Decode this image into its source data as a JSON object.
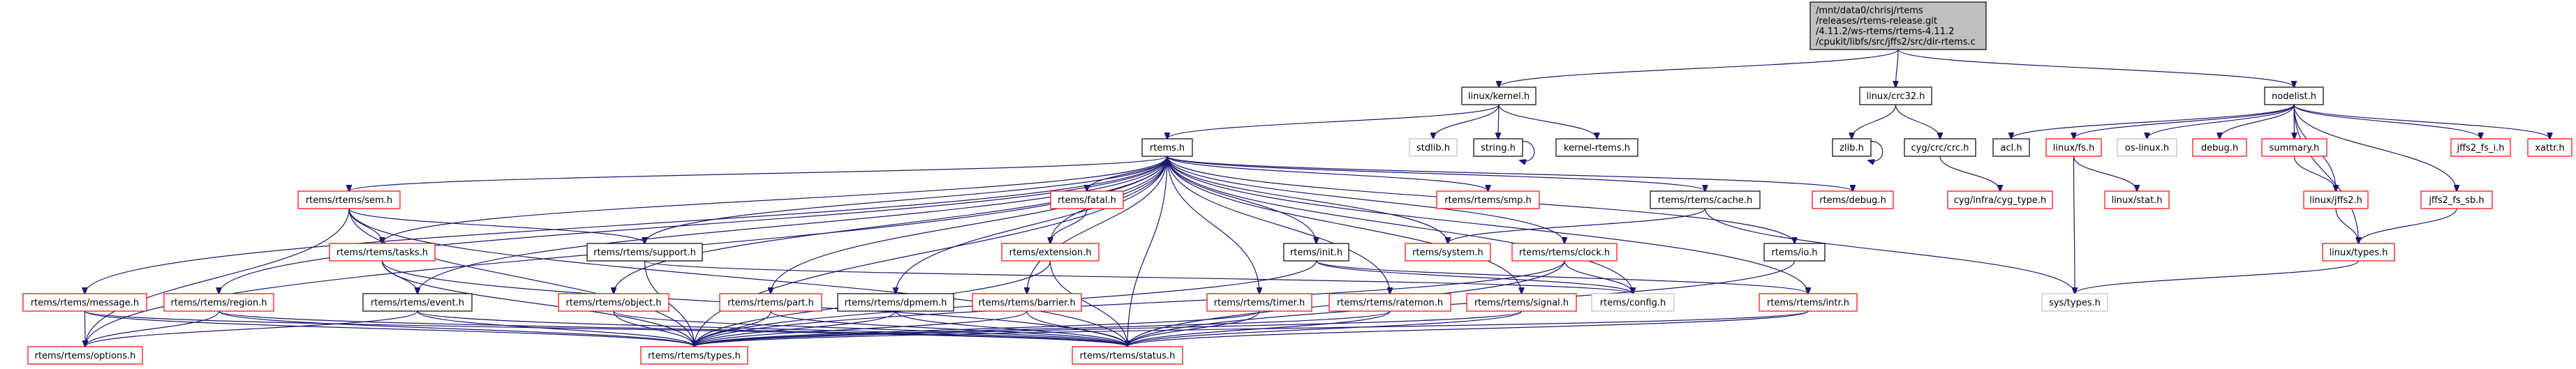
{
  "title": "Include dependency graph for dir-rtems.c",
  "colors": {
    "edge": "#191970",
    "root_fill": "#bfbfbf",
    "normal_border": "#000000",
    "missing_border": "#ff0000",
    "system_border": "#bfbfbf"
  },
  "nodes": [
    {
      "id": "root",
      "kind": "root",
      "lines": [
        "/mnt/data0/chrisj/rtems",
        "/releases/rtems-release.git",
        "/4.11.2/ws-rtems/rtems-4.11.2",
        "/cpukit/libfs/src/jffs2/src/dir-rtems.c"
      ]
    },
    {
      "id": "linux_kernel",
      "kind": "normal",
      "lines": [
        "linux/kernel.h"
      ]
    },
    {
      "id": "linux_crc32",
      "kind": "normal",
      "lines": [
        "linux/crc32.h"
      ]
    },
    {
      "id": "nodelist",
      "kind": "normal",
      "lines": [
        "nodelist.h"
      ]
    },
    {
      "id": "rtems_h",
      "kind": "normal",
      "lines": [
        "rtems.h"
      ]
    },
    {
      "id": "stdlib",
      "kind": "system",
      "lines": [
        "stdlib.h"
      ]
    },
    {
      "id": "string",
      "kind": "normal",
      "lines": [
        "string.h"
      ]
    },
    {
      "id": "kernel_rtems",
      "kind": "normal",
      "lines": [
        "kernel-rtems.h"
      ]
    },
    {
      "id": "zlib",
      "kind": "normal",
      "lines": [
        "zlib.h"
      ]
    },
    {
      "id": "crc",
      "kind": "normal",
      "lines": [
        "cyg/crc/crc.h"
      ]
    },
    {
      "id": "acl",
      "kind": "normal",
      "lines": [
        "acl.h"
      ]
    },
    {
      "id": "linux_fs",
      "kind": "missing",
      "lines": [
        "linux/fs.h"
      ]
    },
    {
      "id": "os_linux",
      "kind": "system",
      "lines": [
        "os-linux.h"
      ]
    },
    {
      "id": "debug",
      "kind": "missing",
      "lines": [
        "debug.h"
      ]
    },
    {
      "id": "summary",
      "kind": "missing",
      "lines": [
        "summary.h"
      ]
    },
    {
      "id": "jffs2_fs_i",
      "kind": "missing",
      "lines": [
        "jffs2_fs_i.h"
      ]
    },
    {
      "id": "xattr",
      "kind": "missing",
      "lines": [
        "xattr.h"
      ]
    },
    {
      "id": "sem",
      "kind": "missing",
      "lines": [
        "rtems/rtems/sem.h"
      ]
    },
    {
      "id": "fatal",
      "kind": "missing",
      "lines": [
        "rtems/fatal.h"
      ]
    },
    {
      "id": "smp",
      "kind": "missing",
      "lines": [
        "rtems/rtems/smp.h"
      ]
    },
    {
      "id": "cache",
      "kind": "normal",
      "lines": [
        "rtems/rtems/cache.h"
      ]
    },
    {
      "id": "rdebug",
      "kind": "missing",
      "lines": [
        "rtems/debug.h"
      ]
    },
    {
      "id": "cyg_type",
      "kind": "missing",
      "lines": [
        "cyg/infra/cyg_type.h"
      ]
    },
    {
      "id": "linux_stat",
      "kind": "missing",
      "lines": [
        "linux/stat.h"
      ]
    },
    {
      "id": "linux_jffs2",
      "kind": "missing",
      "lines": [
        "linux/jffs2.h"
      ]
    },
    {
      "id": "jffs2_fs_sb",
      "kind": "missing",
      "lines": [
        "jffs2_fs_sb.h"
      ]
    },
    {
      "id": "tasks",
      "kind": "missing",
      "lines": [
        "rtems/rtems/tasks.h"
      ]
    },
    {
      "id": "support",
      "kind": "normal",
      "lines": [
        "rtems/rtems/support.h"
      ]
    },
    {
      "id": "extension",
      "kind": "missing",
      "lines": [
        "rtems/extension.h"
      ]
    },
    {
      "id": "init",
      "kind": "normal",
      "lines": [
        "rtems/init.h"
      ]
    },
    {
      "id": "system",
      "kind": "missing",
      "lines": [
        "rtems/system.h"
      ]
    },
    {
      "id": "clock",
      "kind": "missing",
      "lines": [
        "rtems/rtems/clock.h"
      ]
    },
    {
      "id": "io",
      "kind": "normal",
      "lines": [
        "rtems/io.h"
      ]
    },
    {
      "id": "linux_types",
      "kind": "missing",
      "lines": [
        "linux/types.h"
      ]
    },
    {
      "id": "message",
      "kind": "missing",
      "lines": [
        "rtems/rtems/message.h"
      ]
    },
    {
      "id": "region",
      "kind": "missing",
      "lines": [
        "rtems/rtems/region.h"
      ]
    },
    {
      "id": "event",
      "kind": "normal",
      "lines": [
        "rtems/rtems/event.h"
      ]
    },
    {
      "id": "object",
      "kind": "missing",
      "lines": [
        "rtems/rtems/object.h"
      ]
    },
    {
      "id": "part",
      "kind": "missing",
      "lines": [
        "rtems/rtems/part.h"
      ]
    },
    {
      "id": "dpmem",
      "kind": "normal",
      "lines": [
        "rtems/rtems/dpmem.h"
      ]
    },
    {
      "id": "barrier",
      "kind": "missing",
      "lines": [
        "rtems/rtems/barrier.h"
      ]
    },
    {
      "id": "timer",
      "kind": "missing",
      "lines": [
        "rtems/rtems/timer.h"
      ]
    },
    {
      "id": "ratemon",
      "kind": "missing",
      "lines": [
        "rtems/rtems/ratemon.h"
      ]
    },
    {
      "id": "signal",
      "kind": "missing",
      "lines": [
        "rtems/rtems/signal.h"
      ]
    },
    {
      "id": "config",
      "kind": "system",
      "lines": [
        "rtems/config.h"
      ]
    },
    {
      "id": "intr",
      "kind": "missing",
      "lines": [
        "rtems/rtems/intr.h"
      ]
    },
    {
      "id": "sys_types",
      "kind": "system",
      "lines": [
        "sys/types.h"
      ]
    },
    {
      "id": "options",
      "kind": "missing",
      "lines": [
        "rtems/rtems/options.h"
      ]
    },
    {
      "id": "types",
      "kind": "missing",
      "lines": [
        "rtems/rtems/types.h"
      ]
    },
    {
      "id": "status",
      "kind": "missing",
      "lines": [
        "rtems/rtems/status.h"
      ]
    }
  ],
  "edges": [
    [
      "root",
      "linux_kernel"
    ],
    [
      "root",
      "linux_crc32"
    ],
    [
      "root",
      "nodelist"
    ],
    [
      "linux_kernel",
      "rtems_h"
    ],
    [
      "linux_kernel",
      "stdlib"
    ],
    [
      "linux_kernel",
      "string"
    ],
    [
      "linux_kernel",
      "kernel_rtems"
    ],
    [
      "string",
      "string"
    ],
    [
      "linux_crc32",
      "zlib"
    ],
    [
      "linux_crc32",
      "crc"
    ],
    [
      "zlib",
      "zlib"
    ],
    [
      "crc",
      "cyg_type"
    ],
    [
      "nodelist",
      "acl"
    ],
    [
      "nodelist",
      "linux_fs"
    ],
    [
      "nodelist",
      "os_linux"
    ],
    [
      "nodelist",
      "debug"
    ],
    [
      "nodelist",
      "summary"
    ],
    [
      "nodelist",
      "linux_jffs2"
    ],
    [
      "nodelist",
      "linux_types"
    ],
    [
      "nodelist",
      "jffs2_fs_sb"
    ],
    [
      "nodelist",
      "jffs2_fs_i"
    ],
    [
      "nodelist",
      "xattr"
    ],
    [
      "linux_fs",
      "linux_stat"
    ],
    [
      "linux_fs",
      "sys_types"
    ],
    [
      "summary",
      "linux_jffs2"
    ],
    [
      "linux_jffs2",
      "linux_types"
    ],
    [
      "jffs2_fs_sb",
      "linux_types"
    ],
    [
      "linux_types",
      "sys_types"
    ],
    [
      "rtems_h",
      "sem"
    ],
    [
      "rtems_h",
      "tasks"
    ],
    [
      "rtems_h",
      "support"
    ],
    [
      "rtems_h",
      "fatal"
    ],
    [
      "rtems_h",
      "extension"
    ],
    [
      "rtems_h",
      "smp"
    ],
    [
      "rtems_h",
      "cache"
    ],
    [
      "rtems_h",
      "rdebug"
    ],
    [
      "rtems_h",
      "init"
    ],
    [
      "rtems_h",
      "system"
    ],
    [
      "rtems_h",
      "clock"
    ],
    [
      "rtems_h",
      "io"
    ],
    [
      "rtems_h",
      "message"
    ],
    [
      "rtems_h",
      "region"
    ],
    [
      "rtems_h",
      "event"
    ],
    [
      "rtems_h",
      "object"
    ],
    [
      "rtems_h",
      "part"
    ],
    [
      "rtems_h",
      "dpmem"
    ],
    [
      "rtems_h",
      "barrier"
    ],
    [
      "rtems_h",
      "timer"
    ],
    [
      "rtems_h",
      "ratemon"
    ],
    [
      "rtems_h",
      "signal"
    ],
    [
      "rtems_h",
      "config"
    ],
    [
      "rtems_h",
      "intr"
    ],
    [
      "rtems_h",
      "options"
    ],
    [
      "rtems_h",
      "types"
    ],
    [
      "rtems_h",
      "status"
    ],
    [
      "sem",
      "tasks"
    ],
    [
      "sem",
      "support"
    ],
    [
      "sem",
      "options"
    ],
    [
      "sem",
      "types"
    ],
    [
      "sem",
      "status"
    ],
    [
      "fatal",
      "extension"
    ],
    [
      "cache",
      "system"
    ],
    [
      "cache",
      "sys_types"
    ],
    [
      "tasks",
      "event"
    ],
    [
      "tasks",
      "types"
    ],
    [
      "tasks",
      "status"
    ],
    [
      "support",
      "types"
    ],
    [
      "support",
      "config"
    ],
    [
      "extension",
      "types"
    ],
    [
      "extension",
      "status"
    ],
    [
      "init",
      "types"
    ],
    [
      "init",
      "config"
    ],
    [
      "init",
      "intr"
    ],
    [
      "clock",
      "config"
    ],
    [
      "clock",
      "types"
    ],
    [
      "clock",
      "status"
    ],
    [
      "io",
      "status"
    ],
    [
      "message",
      "options"
    ],
    [
      "message",
      "types"
    ],
    [
      "message",
      "status"
    ],
    [
      "region",
      "options"
    ],
    [
      "region",
      "types"
    ],
    [
      "region",
      "status"
    ],
    [
      "event",
      "options"
    ],
    [
      "event",
      "types"
    ],
    [
      "event",
      "status"
    ],
    [
      "object",
      "types"
    ],
    [
      "object",
      "status"
    ],
    [
      "part",
      "types"
    ],
    [
      "part",
      "status"
    ],
    [
      "dpmem",
      "types"
    ],
    [
      "dpmem",
      "status"
    ],
    [
      "barrier",
      "types"
    ],
    [
      "barrier",
      "status"
    ],
    [
      "timer",
      "types"
    ],
    [
      "timer",
      "status"
    ],
    [
      "ratemon",
      "types"
    ],
    [
      "ratemon",
      "status"
    ],
    [
      "signal",
      "types"
    ],
    [
      "signal",
      "status"
    ],
    [
      "intr",
      "types"
    ],
    [
      "intr",
      "status"
    ]
  ]
}
